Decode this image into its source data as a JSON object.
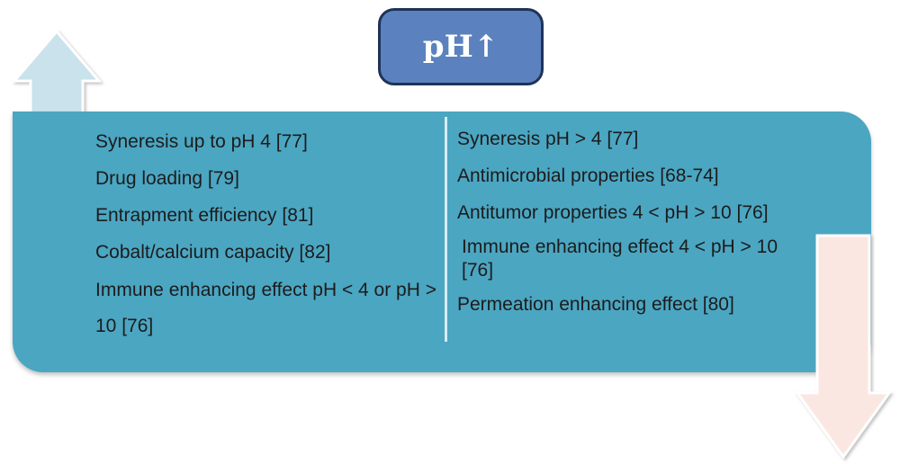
{
  "title": "pH↑",
  "left_items": [
    "Syneresis up to pH 4 [77]",
    "Drug loading [79]",
    "Entrapment efficiency [81]",
    "Cobalt/calcium capacity [82]",
    "Immune enhancing   effect  pH < 4 or pH > 10 [76]"
  ],
  "right_items": [
    "Syneresis pH > 4 [77]",
    "Antimicrobial  properties [68-74]",
    "Antitumor  properties  4 < pH > 10 [76]",
    "Immune enhancing   effect  4 < pH > 10 [76]",
    "Permeation enhancing effect [80]"
  ],
  "colors": {
    "panel": "#4ba6c2",
    "up_arrow": "#c9e2ec",
    "down_arrow": "#fbe7e1",
    "title_box": "#5b82be",
    "title_border": "#1f3358"
  }
}
